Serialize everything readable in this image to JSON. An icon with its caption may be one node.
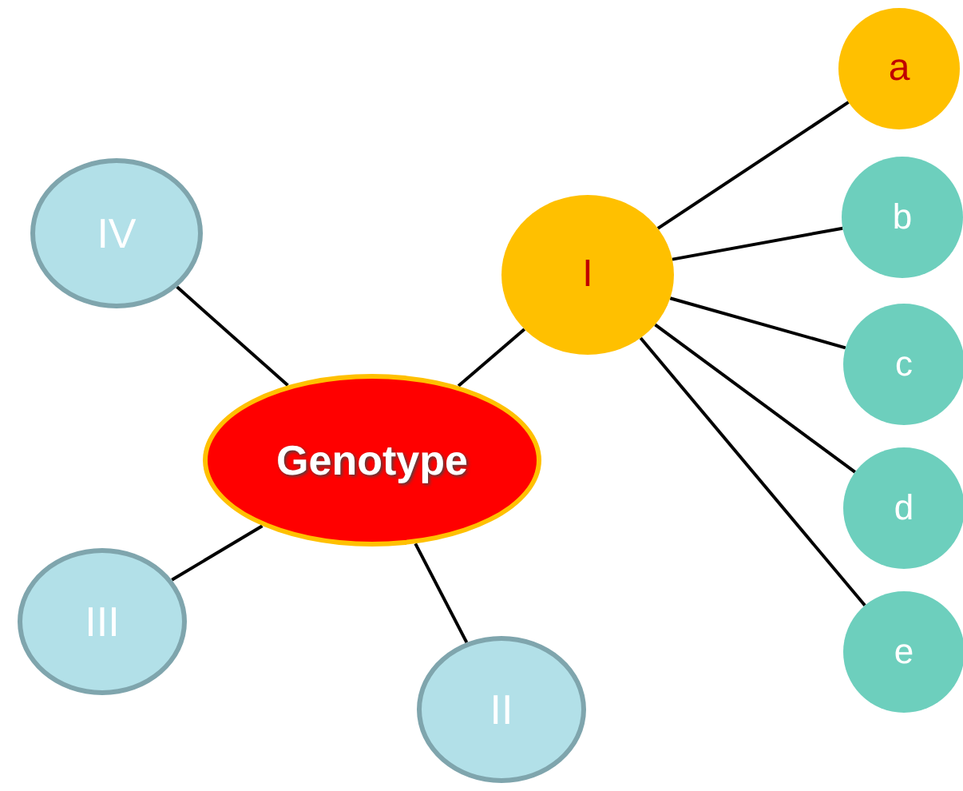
{
  "diagram": {
    "nodes": [
      {
        "text": [
          "Genotype"
        ]
      },
      {
        "text": [
          "I"
        ]
      },
      {
        "text": [
          "II"
        ]
      },
      {
        "text": [
          "III"
        ]
      },
      {
        "text": [
          "IV"
        ]
      },
      {
        "text": [
          "a"
        ]
      },
      {
        "text": [
          "b"
        ]
      },
      {
        "text": [
          "c"
        ]
      },
      {
        "text": [
          "d"
        ]
      },
      {
        "text": [
          "e"
        ]
      }
    ],
    "edges": [
      {
        "from": 0,
        "to": 1,
        "arrow": "none"
      },
      {
        "from": 0,
        "to": 2,
        "arrow": "none"
      },
      {
        "from": 0,
        "to": 3,
        "arrow": "none"
      },
      {
        "from": 0,
        "to": 4,
        "arrow": "none"
      },
      {
        "from": 1,
        "to": 5,
        "arrow": "none"
      },
      {
        "from": 1,
        "to": 6,
        "arrow": "none"
      },
      {
        "from": 1,
        "to": 7,
        "arrow": "none"
      },
      {
        "from": 1,
        "to": 8,
        "arrow": "none"
      },
      {
        "from": 1,
        "to": 9,
        "arrow": "none"
      }
    ]
  }
}
